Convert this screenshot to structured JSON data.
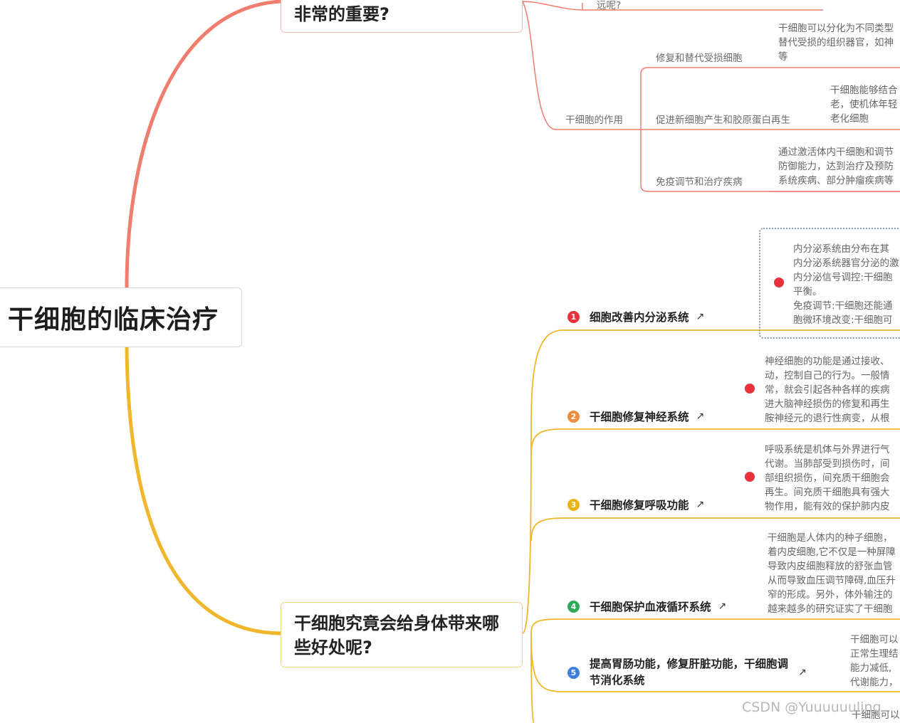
{
  "root": {
    "title": "干细胞的临床治疗"
  },
  "top_topic": {
    "title": "非常的重要?",
    "clipped_text": "远呢?"
  },
  "stem_cell_role": {
    "label": "干细胞的作用",
    "items": [
      {
        "label": "修复和替代受损细胞",
        "detail": "干细胞可以分化为不同类型\n替代受损的组织器官，如神\n等"
      },
      {
        "label": "促进新细胞产生和胶原蛋白再生",
        "detail": "干细胞能够结合\n老，使机体年轻\n老化细胞"
      },
      {
        "label": "免疫调节和治疗疾病",
        "detail": "通过激活体内干细胞和调节\n防御能力，达到治疗及预防\n系统疾病、部分肿瘤疾病等"
      }
    ]
  },
  "benefits_topic": {
    "title": "干细胞究竟会给身体带来哪些好处呢?",
    "items": [
      {
        "num": "1",
        "color": "#e8323c",
        "label": "细胞改善内分泌系统",
        "icon": "external-link-icon",
        "detail": "内分泌系统由分布在其\n内分泌系统器官分泌的激\n内分泌信号调控:干细胞\n平衡。\n免疫调节:干细胞还能通\n胞微环境改变:干细胞可"
      },
      {
        "num": "2",
        "color": "#f08a3c",
        "label": "干细胞修复神经系统",
        "icon": "external-link-icon",
        "detail": "神经细胞的功能是通过接收、\n动，控制自己的行为。一般情\n常，就会引起各种各样的疾病\n进大脑神经损伤的修复和再生\n胺神经元的退行性病变，从根"
      },
      {
        "num": "3",
        "color": "#e7b416",
        "label": "干细胞修复呼吸功能",
        "icon": "external-link-icon",
        "detail": "呼吸系统是机体与外界进行气\n代谢。当肺部受到损伤时，间\n部组织损伤，间充质干细胞会\n再生。间充质干细胞具有强大\n物作用，能有效的保护肺内皮"
      },
      {
        "num": "4",
        "color": "#2eaa5a",
        "label": "干细胞保护血液循环系统",
        "icon": "external-link-icon",
        "detail": "干细胞是人体内的种子细胞，\n着内皮细胞,它不仅是一种屏障\n导致内皮细胞释放的舒张血管\n从而导致血压调节障碍,血压升\n窄的形成。另外，体外输注的\n越来越多的研究证实了干细胞"
      },
      {
        "num": "5",
        "color": "#3f7fe0",
        "label": "提高胃肠功能，修复肝脏功能，干细胞调\n节消化系统",
        "icon": "external-link-icon",
        "detail": "干细胞可以\n正常生理结\n能力减低,\n代谢能力，"
      }
    ],
    "clipped_next": "干细胞可以"
  },
  "watermark": "CSDN @Yuuuuuuling",
  "colors": {
    "red_branch": "#f07d6e",
    "yellow_branch": "#f0b72d",
    "dot": "#e8323c"
  }
}
